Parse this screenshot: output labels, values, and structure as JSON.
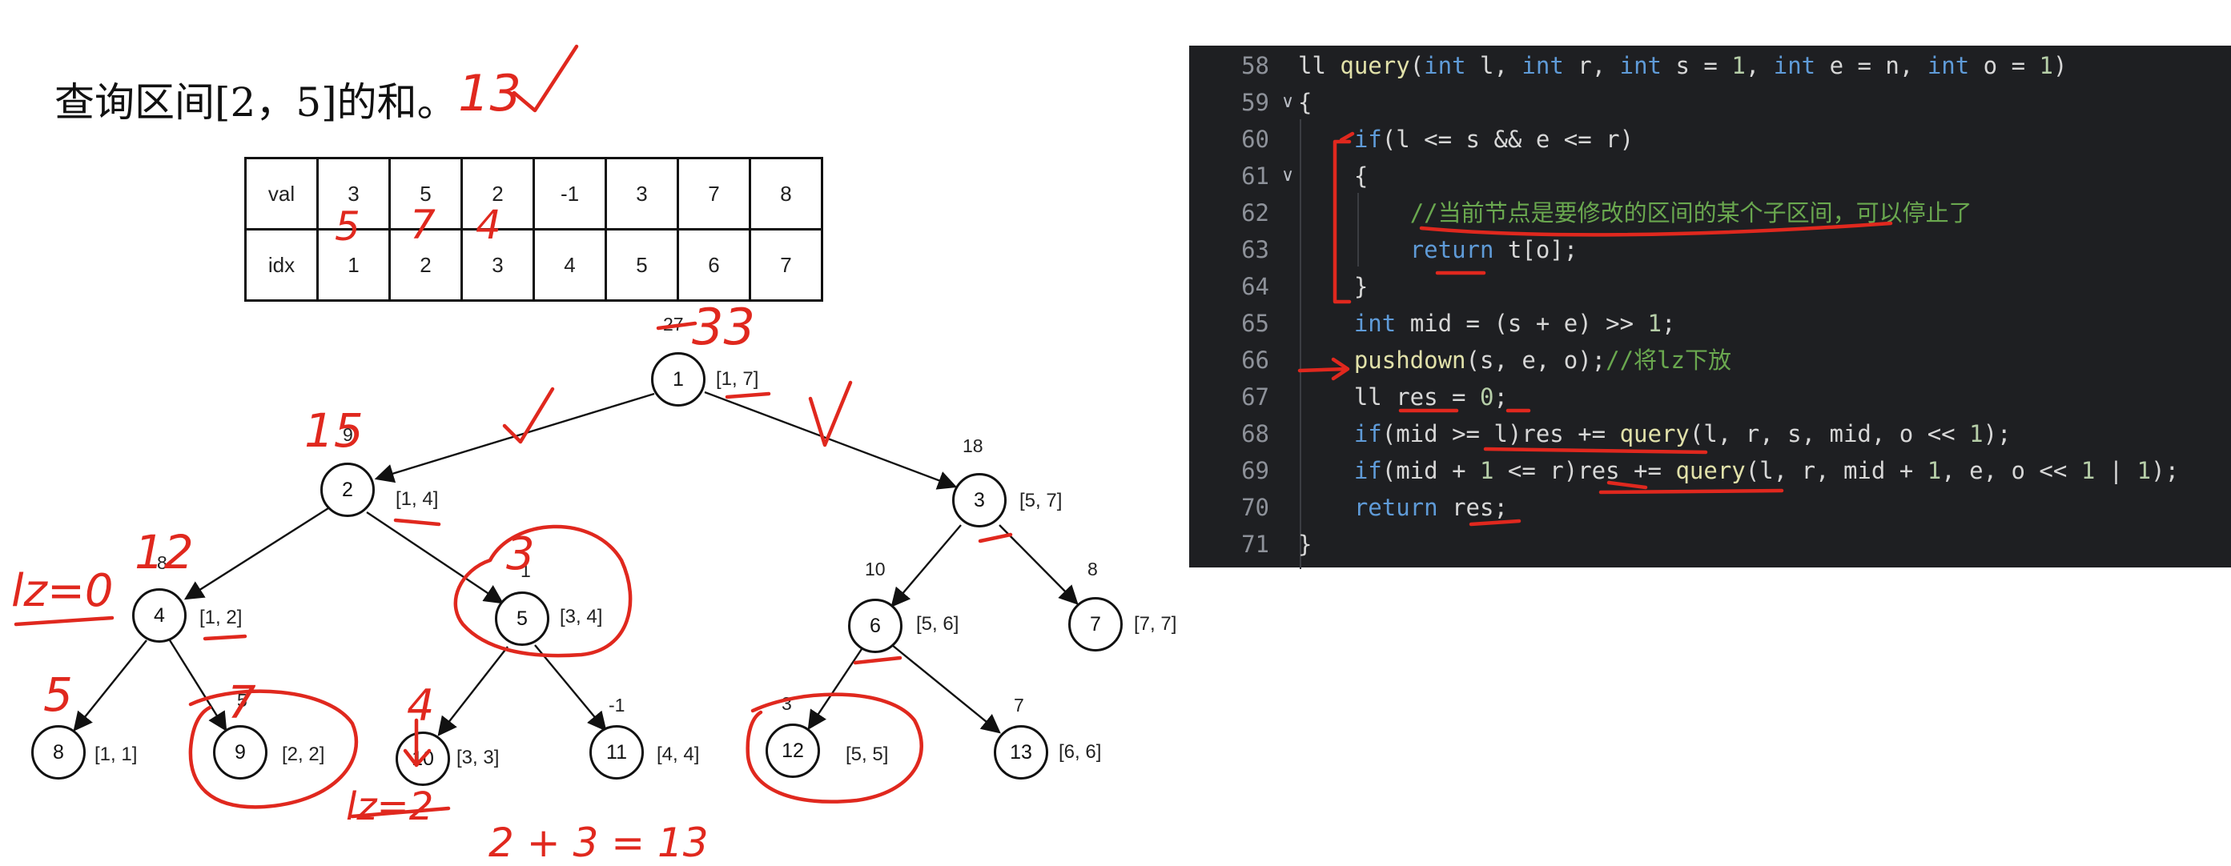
{
  "title": "查询区间[2，5]的和。",
  "array": {
    "rows": [
      {
        "label": "val",
        "cells": [
          "3",
          "5",
          "2",
          "-1",
          "3",
          "7",
          "8"
        ]
      },
      {
        "label": "idx",
        "cells": [
          "1",
          "2",
          "3",
          "4",
          "5",
          "6",
          "7"
        ]
      }
    ]
  },
  "tree": {
    "nodes": [
      {
        "id": "1",
        "range": "[1, 7]",
        "sum": "27"
      },
      {
        "id": "2",
        "range": "[1, 4]",
        "sum": "9"
      },
      {
        "id": "3",
        "range": "[5, 7]",
        "sum": "18"
      },
      {
        "id": "4",
        "range": "[1, 2]",
        "sum": "8"
      },
      {
        "id": "5",
        "range": "[3, 4]",
        "sum": "1"
      },
      {
        "id": "6",
        "range": "[5, 6]",
        "sum": "10"
      },
      {
        "id": "7",
        "range": "[7, 7]",
        "sum": "8"
      },
      {
        "id": "8",
        "range": "[1, 1]",
        "sum": ""
      },
      {
        "id": "9",
        "range": "[2, 2]",
        "sum": "5"
      },
      {
        "id": "10",
        "range": "[3, 3]",
        "sum": ""
      },
      {
        "id": "11",
        "range": "[4, 4]",
        "sum": "-1"
      },
      {
        "id": "12",
        "range": "[5, 5]",
        "sum": "3"
      },
      {
        "id": "13",
        "range": "[6, 6]",
        "sum": "7"
      }
    ]
  },
  "annotations": {
    "answer": "13",
    "root_new": "33",
    "val_new_1": "5",
    "val_new_2": "7",
    "val_new_3": "4",
    "node2_new": "15",
    "node4_new": "12",
    "node4_lz": "lz=0",
    "node5_new": "3",
    "node8_new": "5",
    "node9_new": "7",
    "node10_new": "4",
    "node10_lz": "lz=2",
    "bottom": "2 + 3 = 13"
  },
  "code": {
    "lines": [
      {
        "no": "58",
        "fold": "",
        "tokens": [
          [
            "plain",
            "ll "
          ],
          [
            "fn",
            "query"
          ],
          [
            "plain",
            "("
          ],
          [
            "kw",
            "int"
          ],
          [
            "plain",
            " l, "
          ],
          [
            "kw",
            "int"
          ],
          [
            "plain",
            " r, "
          ],
          [
            "kw",
            "int"
          ],
          [
            "plain",
            " s = "
          ],
          [
            "num",
            "1"
          ],
          [
            "plain",
            ", "
          ],
          [
            "kw",
            "int"
          ],
          [
            "plain",
            " e = n, "
          ],
          [
            "kw",
            "int"
          ],
          [
            "plain",
            " o = "
          ],
          [
            "num",
            "1"
          ],
          [
            "plain",
            ")"
          ]
        ]
      },
      {
        "no": "59",
        "fold": "v",
        "tokens": [
          [
            "plain",
            "{"
          ]
        ]
      },
      {
        "no": "60",
        "fold": "",
        "tokens": [
          [
            "plain",
            "    "
          ],
          [
            "kw",
            "if"
          ],
          [
            "plain",
            "(l <= s && e <= r)"
          ]
        ]
      },
      {
        "no": "61",
        "fold": "v",
        "tokens": [
          [
            "plain",
            "    {"
          ]
        ]
      },
      {
        "no": "62",
        "fold": "",
        "tokens": [
          [
            "plain",
            "        "
          ],
          [
            "cmt",
            "//当前节点是要修改的区间的某个子区间，可以停止了"
          ]
        ]
      },
      {
        "no": "63",
        "fold": "",
        "tokens": [
          [
            "plain",
            "        "
          ],
          [
            "kw",
            "return"
          ],
          [
            "plain",
            " t[o];"
          ]
        ]
      },
      {
        "no": "64",
        "fold": "",
        "tokens": [
          [
            "plain",
            "    }"
          ]
        ]
      },
      {
        "no": "65",
        "fold": "",
        "tokens": [
          [
            "plain",
            "    "
          ],
          [
            "kw",
            "int"
          ],
          [
            "plain",
            " mid = (s + e) >> "
          ],
          [
            "num",
            "1"
          ],
          [
            "plain",
            ";"
          ]
        ]
      },
      {
        "no": "66",
        "fold": "",
        "tokens": [
          [
            "plain",
            "    "
          ],
          [
            "fn",
            "pushdown"
          ],
          [
            "plain",
            "(s, e, o);"
          ],
          [
            "cmt",
            "//将lz下放"
          ]
        ]
      },
      {
        "no": "67",
        "fold": "",
        "tokens": [
          [
            "plain",
            "    ll res = "
          ],
          [
            "num",
            "0"
          ],
          [
            "plain",
            ";"
          ]
        ]
      },
      {
        "no": "68",
        "fold": "",
        "tokens": [
          [
            "plain",
            "    "
          ],
          [
            "kw",
            "if"
          ],
          [
            "plain",
            "(mid >= l)res += "
          ],
          [
            "fn",
            "query"
          ],
          [
            "plain",
            "(l, r, s, mid, o << "
          ],
          [
            "num",
            "1"
          ],
          [
            "plain",
            ");"
          ]
        ]
      },
      {
        "no": "69",
        "fold": "",
        "tokens": [
          [
            "plain",
            "    "
          ],
          [
            "kw",
            "if"
          ],
          [
            "plain",
            "(mid + "
          ],
          [
            "num",
            "1"
          ],
          [
            "plain",
            " <= r)res += "
          ],
          [
            "fn",
            "query"
          ],
          [
            "plain",
            "(l, r, mid + "
          ],
          [
            "num",
            "1"
          ],
          [
            "plain",
            ", e, o << "
          ],
          [
            "num",
            "1"
          ],
          [
            "plain",
            " | "
          ],
          [
            "num",
            "1"
          ],
          [
            "plain",
            ");"
          ]
        ]
      },
      {
        "no": "70",
        "fold": "",
        "tokens": [
          [
            "plain",
            "    "
          ],
          [
            "kw",
            "return"
          ],
          [
            "plain",
            " res;"
          ]
        ]
      },
      {
        "no": "71",
        "fold": "",
        "tokens": [
          [
            "plain",
            "}"
          ]
        ]
      }
    ]
  },
  "colors": {
    "ink": "#e0281e",
    "code_bg": "#1e1f22",
    "keyword": "#5f9bd8",
    "comment": "#6aa84f",
    "number": "#b6cea8",
    "function": "#e1e1a9"
  }
}
